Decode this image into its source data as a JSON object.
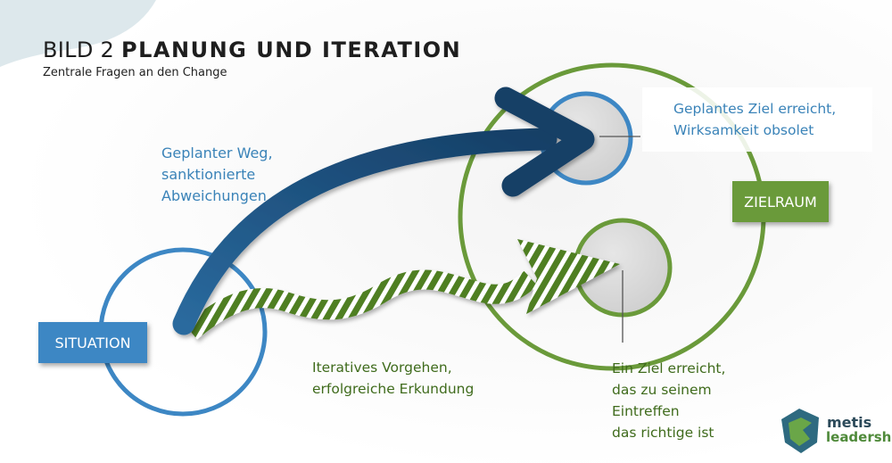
{
  "title": {
    "prefix": "BILD 2",
    "main": "PLANUNG UND ITERATION"
  },
  "subtitle": "Zentrale Fragen an den Change",
  "labels": {
    "planned_way": "Geplanter Weg,\nsanktionierte\nAbweichungen",
    "planned_goal": "Geplantes Ziel erreicht,\nWirksamkeit obsolet",
    "iterative": "Iteratives Vorgehen,\nerfolgreiche Erkundung",
    "other_goal": "Ein Ziel erreicht,\ndas zu seinem\nEintreffen\ndas richtige ist"
  },
  "boxes": {
    "situation": "SITUATION",
    "zielraum": "ZIELRAUM"
  },
  "logo": {
    "line1": "metis",
    "line2": "leadership"
  },
  "colors": {
    "blue": "#3d87c4",
    "dark_blue": "#1f4d78",
    "green": "#6a9a3a",
    "dark_green": "#3f6b1c",
    "stripe_green": "#5a8a2a"
  }
}
